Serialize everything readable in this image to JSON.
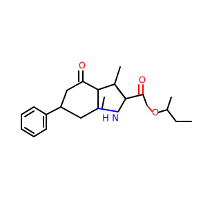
{
  "molecule": {
    "atoms": {
      "ketone_oxygen": {
        "symbol": "O",
        "color": "#ff0000"
      },
      "carbonyl_oxygen": {
        "symbol": "O",
        "color": "#ff0000"
      },
      "ester_oxygen": {
        "symbol": "O",
        "color": "#ff0000"
      },
      "indole_nitrogen": {
        "symbol": "H N",
        "color": "#0000ff"
      }
    }
  }
}
